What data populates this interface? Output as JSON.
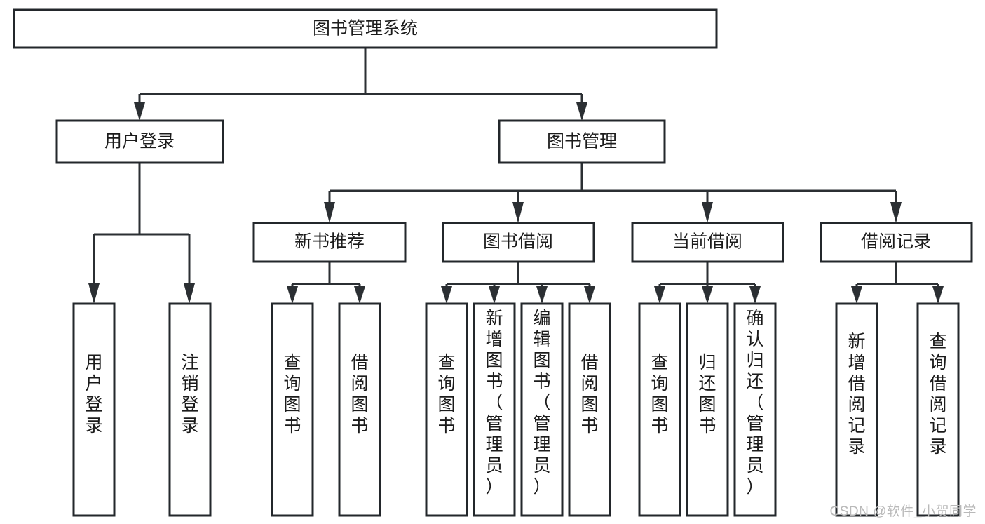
{
  "diagram": {
    "title": "图书管理系统",
    "type": "hierarchy-tree",
    "background_color": "#ffffff",
    "box_fill": "#ffffff",
    "box_stroke": "#23272b",
    "connector_color": "#2b2f33",
    "text_color": "#1b1b1b",
    "levels": {
      "root": {
        "label": "图书管理系统",
        "orientation": "horizontal"
      },
      "level2": [
        {
          "label": "用户登录",
          "orientation": "horizontal"
        },
        {
          "label": "图书管理",
          "orientation": "horizontal"
        }
      ],
      "level3": [
        {
          "label": "新书推荐",
          "orientation": "horizontal",
          "parent": "图书管理"
        },
        {
          "label": "图书借阅",
          "orientation": "horizontal",
          "parent": "图书管理"
        },
        {
          "label": "当前借阅",
          "orientation": "horizontal",
          "parent": "图书管理"
        },
        {
          "label": "借阅记录",
          "orientation": "horizontal",
          "parent": "图书管理"
        }
      ],
      "leaves": [
        {
          "label": "用户登录",
          "orientation": "vertical",
          "parent": "用户登录"
        },
        {
          "label": "注销登录",
          "orientation": "vertical",
          "parent": "用户登录"
        },
        {
          "label": "查询图书",
          "orientation": "vertical",
          "parent": "新书推荐"
        },
        {
          "label": "借阅图书",
          "orientation": "vertical",
          "parent": "新书推荐"
        },
        {
          "label": "查询图书",
          "orientation": "vertical",
          "parent": "图书借阅"
        },
        {
          "label": "新增图书（管理员）",
          "orientation": "vertical",
          "parent": "图书借阅"
        },
        {
          "label": "编辑图书（管理员）",
          "orientation": "vertical",
          "parent": "图书借阅"
        },
        {
          "label": "借阅图书",
          "orientation": "vertical",
          "parent": "图书借阅"
        },
        {
          "label": "查询图书",
          "orientation": "vertical",
          "parent": "当前借阅"
        },
        {
          "label": "归还图书",
          "orientation": "vertical",
          "parent": "当前借阅"
        },
        {
          "label": "确认归还（管理员）",
          "orientation": "vertical",
          "parent": "当前借阅"
        },
        {
          "label": "新增借阅记录",
          "orientation": "vertical",
          "parent": "借阅记录"
        },
        {
          "label": "查询借阅记录",
          "orientation": "vertical",
          "parent": "借阅记录"
        }
      ]
    }
  },
  "watermark": {
    "text": "CSDN @软件_小贺同学"
  }
}
